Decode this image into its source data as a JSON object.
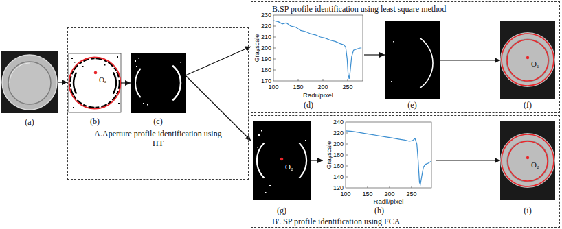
{
  "diagram": {
    "nodes": [
      {
        "text": [
          "(a)"
        ]
      },
      {
        "text": [
          "A.Aperture profile identification using HT"
        ]
      },
      {
        "text": [
          "(b)"
        ],
        "in": 1
      },
      {
        "text": [
          "(c)"
        ],
        "in": 1
      },
      {
        "text": [
          "B.SP profile identification using least square method"
        ]
      },
      {
        "text": [
          "(d)"
        ],
        "in": 4
      },
      {
        "text": [
          "(e)"
        ],
        "in": 4
      },
      {
        "text": [
          "(f)"
        ],
        "in": 4
      },
      {
        "text": [
          "B'. SP profile identification using FCA"
        ]
      },
      {
        "text": [
          "(g)"
        ],
        "in": 8
      },
      {
        "text": [
          "(h)"
        ],
        "in": 8
      },
      {
        "text": [
          "(i)"
        ],
        "in": 8
      }
    ],
    "edges": [
      {
        "from": 0,
        "to": 1,
        "arrow": "to"
      },
      {
        "from": 2,
        "to": 3,
        "arrow": "to"
      },
      {
        "from": 3,
        "to": 4,
        "arrow": "to"
      },
      {
        "from": 3,
        "to": 8,
        "arrow": "to"
      },
      {
        "from": 5,
        "to": 6,
        "arrow": "to"
      },
      {
        "from": 6,
        "to": 7,
        "arrow": "to"
      },
      {
        "from": 9,
        "to": 10,
        "arrow": "to"
      },
      {
        "from": 10,
        "to": 11,
        "arrow": "to"
      }
    ],
    "labels": [
      "Oₐ",
      "Grayscale",
      "230",
      "220",
      "210",
      "200",
      "190",
      "180",
      "170",
      "100",
      "150",
      "200",
      "250",
      "Radii/pixel",
      "O₁",
      "O₂",
      "Grayscale",
      "240",
      "220",
      "200",
      "180",
      "160",
      "140",
      "120",
      "100",
      "150",
      "200",
      "250",
      "Radii/pixel",
      "O₂"
    ]
  }
}
